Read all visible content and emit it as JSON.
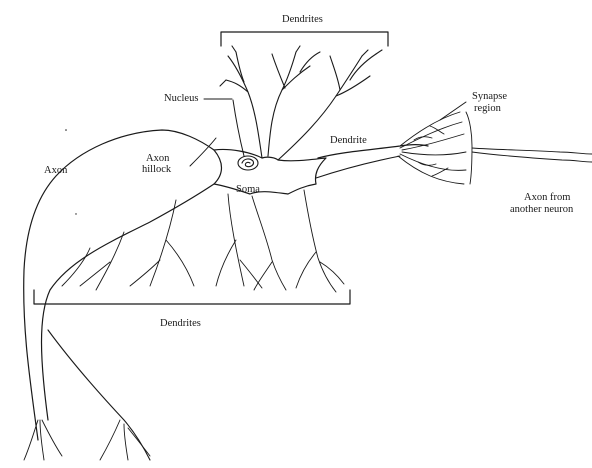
{
  "labels": {
    "dendrites_top": "Dendrites",
    "nucleus": "Nucleus",
    "synapse_line1": "Synapse",
    "synapse_line2": "region",
    "axon": "Axon",
    "axon_hillock_line1": "Axon",
    "axon_hillock_line2": "hillock",
    "dendrite": "Dendrite",
    "soma": "Soma",
    "axon_from_line1": "Axon from",
    "axon_from_line2": "another neuron",
    "dendrites_bottom": "Dendrites"
  },
  "colors": {
    "ink": "#1a1a1a",
    "background": "#ffffff"
  }
}
